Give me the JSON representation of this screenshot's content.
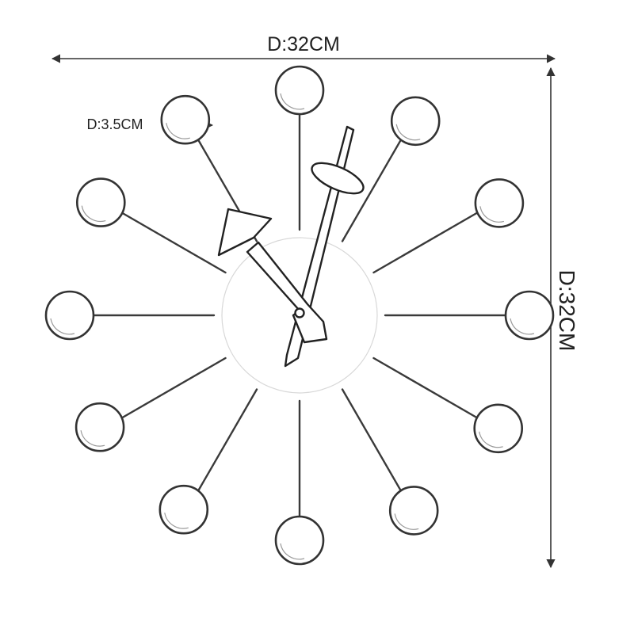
{
  "dimensions": {
    "top_label": "D:32CM",
    "right_label": "D:32CM",
    "ball_label": "D:3.5CM"
  },
  "colors": {
    "line": "#333333",
    "fill": "#ffffff"
  },
  "clock": {
    "ball_count": 12
  }
}
